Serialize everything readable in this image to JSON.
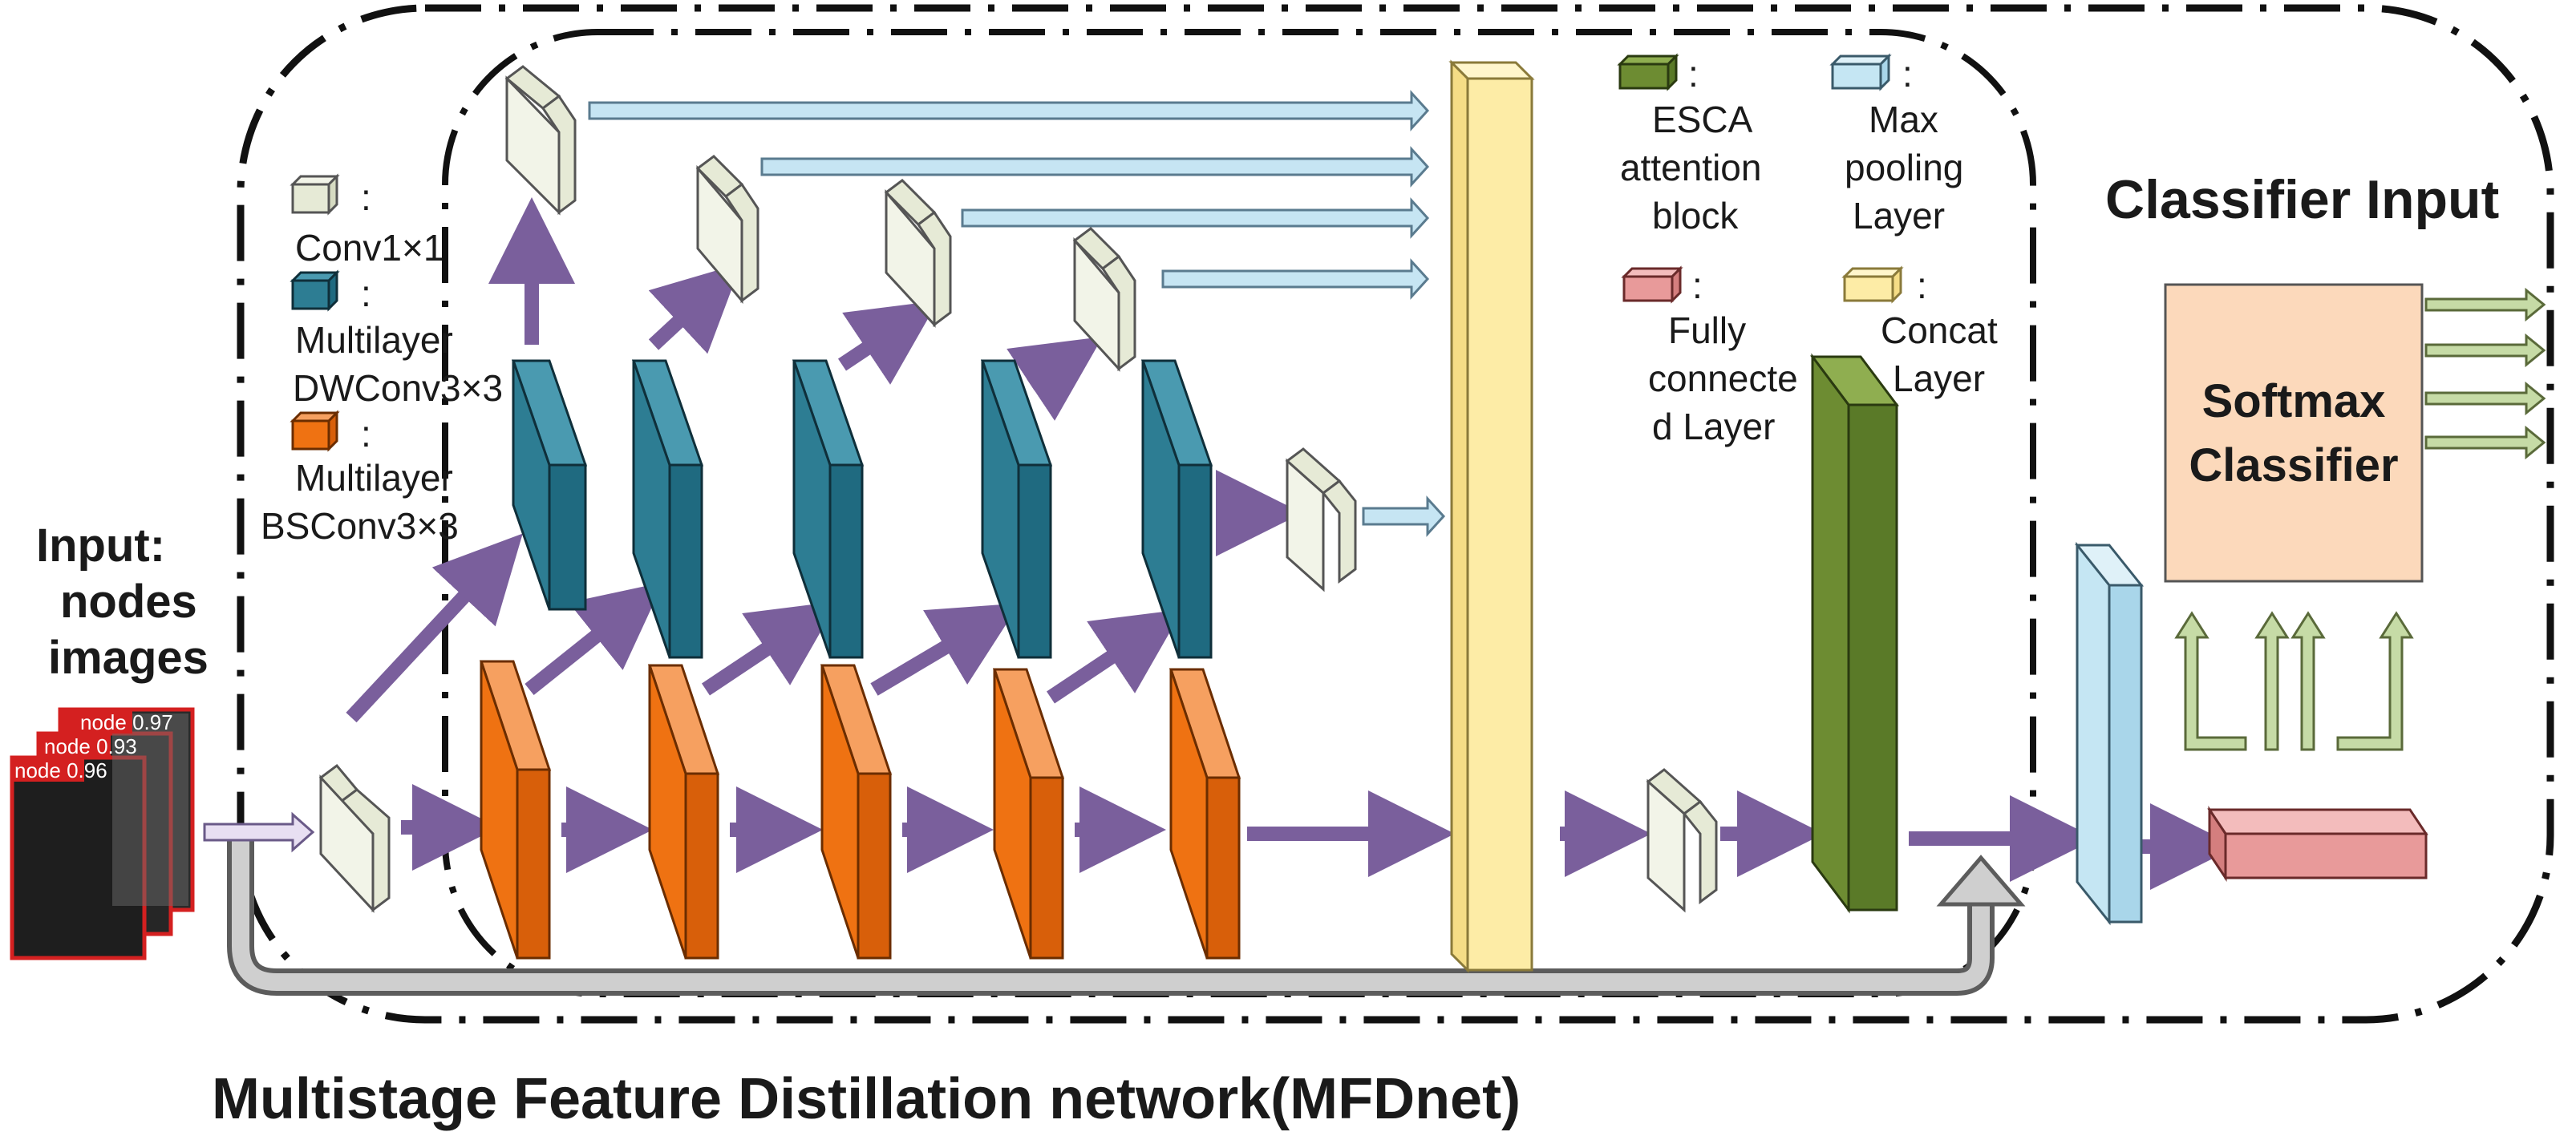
{
  "colors": {
    "conv1x1": "#e6ead6",
    "dwconv": "#2d7d93",
    "bsconv": "#ef7212",
    "esca": "#6d8c32",
    "maxpool": "#c5e6f3",
    "fc": "#e89a9a",
    "concat": "#fdeca6",
    "softmax": "#fcd9bb",
    "arrow": "#7a5f9c",
    "light_arrow": "#c6e5f3",
    "green_arrow": "#c6dba6",
    "skip_arrow": "#c9c9c9"
  },
  "legend": {
    "conv1x1": "Conv1×1",
    "dw_line1": "Multilayer",
    "dw_line2": "DWConv3×3",
    "bs_line1": "Multilayer",
    "bs_line2": "BSConv3×3",
    "esca_line1": "ESCA",
    "esca_line2": "attention",
    "esca_line3": "block",
    "maxpool_line1": "Max",
    "maxpool_line2": "pooling",
    "maxpool_line3": "Layer",
    "fc_line1": "Fully",
    "fc_line2": "connecte",
    "fc_line3": "d Layer",
    "concat_line1": "Concat",
    "concat_line2": "Layer",
    "colon": ":"
  },
  "input": {
    "line1": "Input:",
    "line2": "nodes",
    "line3": "images",
    "detections": [
      "node 0.97",
      "node 0.93",
      "node 0.96"
    ]
  },
  "classifier": {
    "title": "Classifier Input",
    "line1": "Softmax",
    "line2": "Classifier"
  },
  "caption": "Multistage Feature Distillation network(MFDnet)"
}
